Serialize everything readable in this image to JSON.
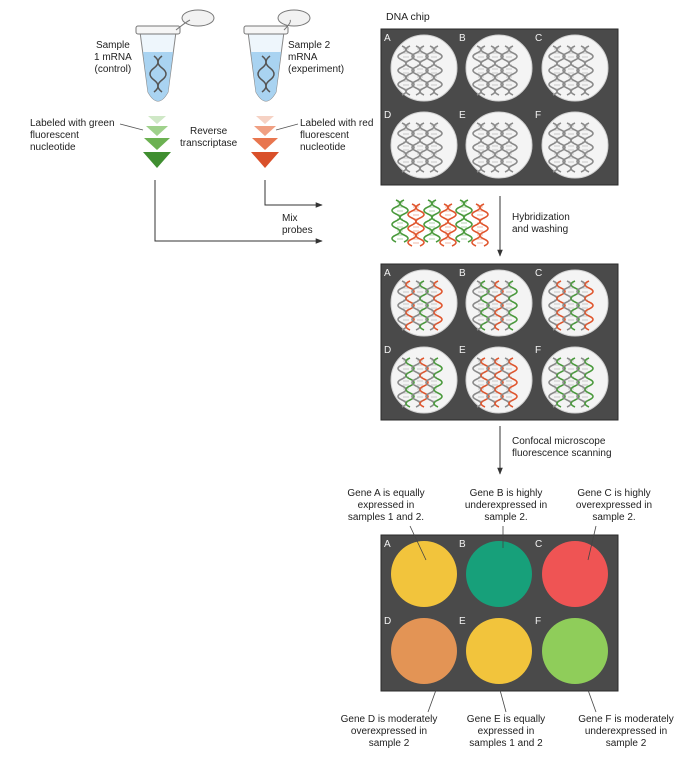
{
  "sample1": {
    "label": "Sample\n1 mRNA\n(control)",
    "tag": "Labeled with green\nfluorescent\nnucleotide",
    "color": "#4a9a3c"
  },
  "sample2": {
    "label": "Sample 2\nmRNA\n(experiment)",
    "tag": "Labeled with red\nfluorescent\nnucleotide",
    "color": "#e0562e"
  },
  "reverse_transcriptase": "Reverse\ntranscriptase",
  "mix_probes": "Mix\nprobes",
  "chip_title": "DNA chip",
  "step1": "Hybridization\nand washing",
  "step2": "Confocal microscope\nfluorescence scanning",
  "wells": [
    "A",
    "B",
    "C",
    "D",
    "E",
    "F"
  ],
  "results": [
    {
      "well": "A",
      "color": "#f2c43c",
      "note": "Gene A is equally\nexpressed in\nsamples 1 and 2."
    },
    {
      "well": "B",
      "color": "#17a07a",
      "note": "Gene B is highly\nunderexpressed in\nsample 2."
    },
    {
      "well": "C",
      "color": "#ef5454",
      "note": "Gene C is highly\noverexpressed in\nsample 2."
    },
    {
      "well": "D",
      "color": "#e39455",
      "note": "Gene D is moderately\noverexpressed in\nsample 2"
    },
    {
      "well": "E",
      "color": "#f2c43c",
      "note": "Gene E is equally\nexpressed in\nsamples 1 and 2"
    },
    {
      "well": "F",
      "color": "#8fcd5a",
      "note": "Gene F is moderately\nunderexpressed in\nsample 2"
    }
  ]
}
